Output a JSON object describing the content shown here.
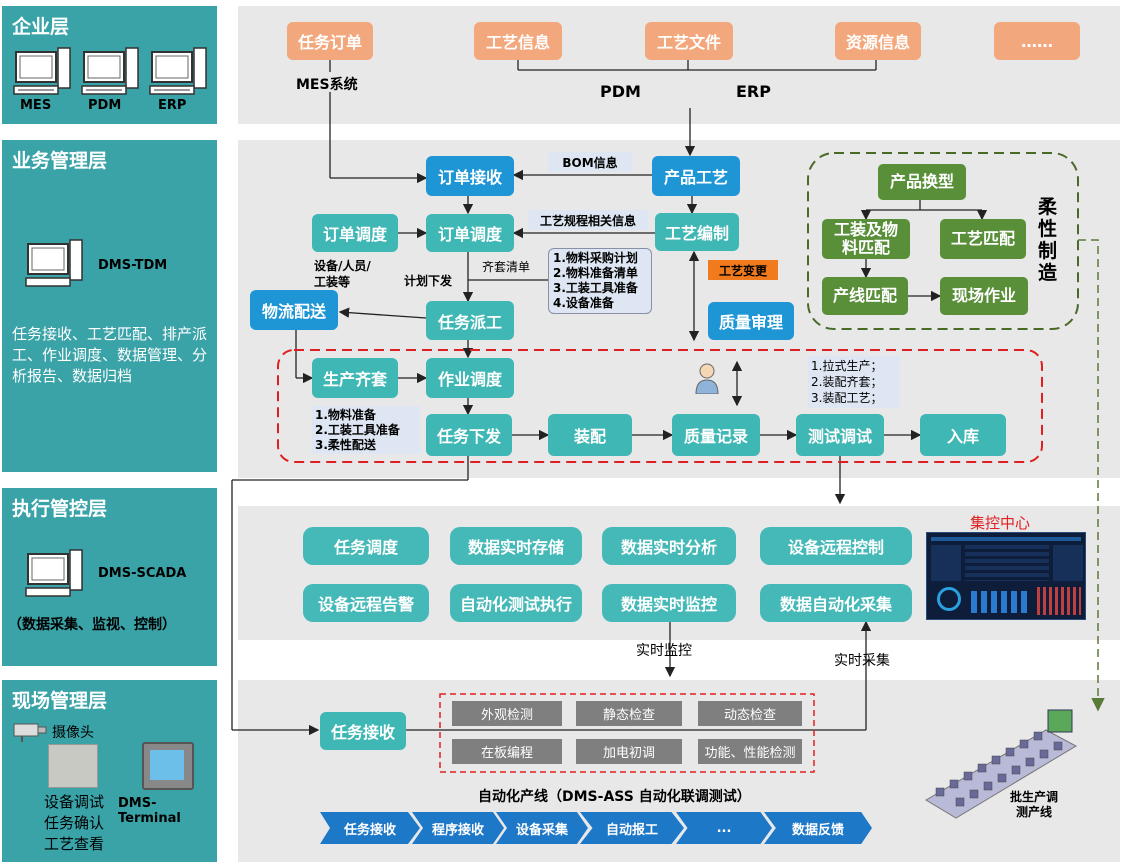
{
  "layers": {
    "enterprise": {
      "title": "企业层",
      "pcs": [
        "MES",
        "PDM",
        "ERP"
      ]
    },
    "business": {
      "title": "业务管理层",
      "system": "DMS-TDM",
      "desc": "任务接收、工艺匹配、排产派工、作业调度、数据管理、分析报告、数据归档"
    },
    "execution": {
      "title": "执行管控层",
      "system": "DMS-SCADA",
      "desc": "（数据采集、监视、控制）"
    },
    "site": {
      "title": "现场管理层",
      "camera": "摄像头",
      "terminal": "DMS-Terminal",
      "desc": "设备调试\n任务确认\n工艺查看"
    }
  },
  "top": {
    "boxes": [
      "任务订单",
      "工艺信息",
      "工艺文件",
      "资源信息",
      "……"
    ],
    "mes_label": "MES系统",
    "pdm_label": "PDM",
    "erp_label": "ERP"
  },
  "business": {
    "order_receive": "订单接收",
    "product_process": "产品工艺",
    "bom_note": "BOM信息",
    "order_dispatch_left": "订单调度",
    "order_dispatch": "订单调度",
    "process_edit": "工艺编制",
    "process_rule_note": "工艺规程相关信息",
    "resource_label": "设备/人员/\n工装等",
    "plan_label": "计划下发",
    "kit_label": "齐套清单",
    "plan_note": "1.物料采购计划\n2.物料准备清单\n3.工装工具准备\n4.设备准备",
    "process_change": "工艺变更",
    "logistics": "物流配送",
    "task_assign": "任务派工",
    "quality_review": "质量审理",
    "prod_kit": "生产齐套",
    "work_dispatch": "作业调度",
    "prep_note": "1.物料准备\n2.工装工具准备\n3.柔性配送",
    "pull_note": "1.拉式生产；\n2.装配齐套；\n3.装配工艺；",
    "flow": [
      "任务下发",
      "装配",
      "质量记录",
      "测试调试",
      "入库"
    ]
  },
  "flexible": {
    "title": "柔\n性\n制\n造",
    "product_change": "产品换型",
    "tooling_match": "工装及物\n料匹配",
    "process_match": "工艺匹配",
    "line_match": "产线匹配",
    "site_work": "现场作业"
  },
  "execution": {
    "row1": [
      "任务调度",
      "数据实时存储",
      "数据实时分析",
      "设备远程控制"
    ],
    "row2": [
      "设备远程告警",
      "自动化测试执行",
      "数据实时监控",
      "数据自动化采集"
    ],
    "center_label": "集控中心",
    "monitor_label": "实时监控",
    "collect_label": "实时采集"
  },
  "site": {
    "task_receive": "任务接收",
    "checks": [
      "外观检测",
      "静态检查",
      "动态检查",
      "在板编程",
      "加电初调",
      "功能、性能检测"
    ],
    "line_title": "自动化产线（DMS-ASS 自动化联调测试）",
    "chevrons": [
      "任务接收",
      "程序接收",
      "设备采集",
      "自动报工",
      "...",
      "数据反馈"
    ],
    "batch_line": "批生产调\n测产线"
  },
  "colors": {
    "layer": "#3aa3a8",
    "orange": "#f3a77c",
    "blue": "#1e96d6",
    "teal": "#3fb7b4",
    "green": "#5a8f3a",
    "red_dash": "#e02020",
    "chevron": "#1e78c8"
  }
}
